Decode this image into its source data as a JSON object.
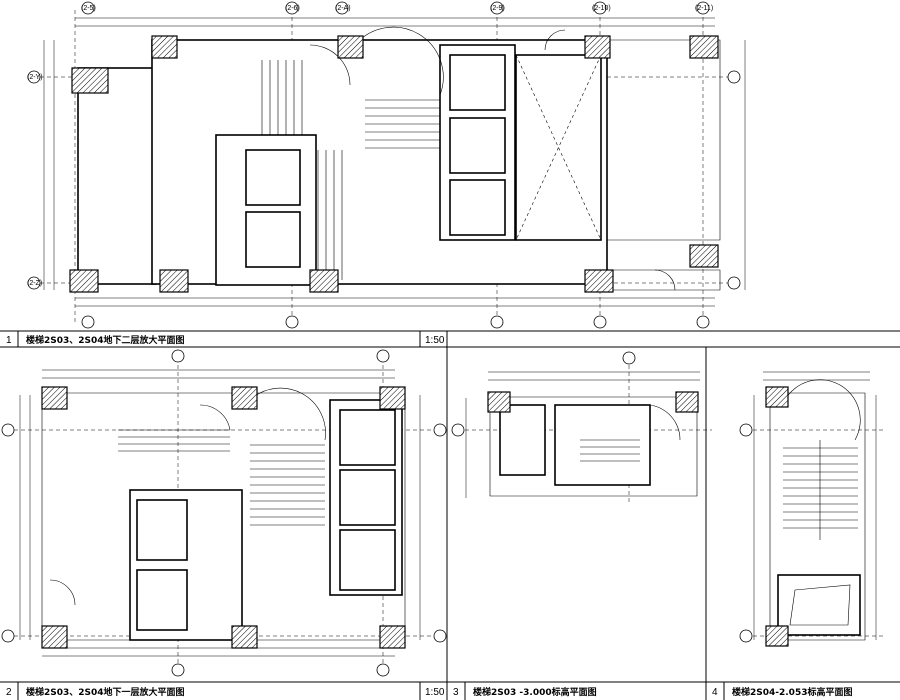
{
  "drawings": [
    {
      "number": "1",
      "title": "楼梯2S03、2S04地下二层放大平面图",
      "scale": "1:50"
    },
    {
      "number": "2",
      "title": "楼梯2S03、2S04地下一层放大平面图",
      "scale": "1:50"
    },
    {
      "number": "3",
      "title": "楼梯2S03 -3.000标高平面图",
      "scale": ""
    },
    {
      "number": "4",
      "title": "楼梯2S04-2.053标高平面图",
      "scale": ""
    }
  ],
  "axes": {
    "top_plan": [
      "(2-5)",
      "(2-6)",
      "(2-A)",
      "(2-9)",
      "(2-10)",
      "(2-11)"
    ],
    "left_plan": [
      "(2-Y)",
      "(2-Z)"
    ]
  }
}
